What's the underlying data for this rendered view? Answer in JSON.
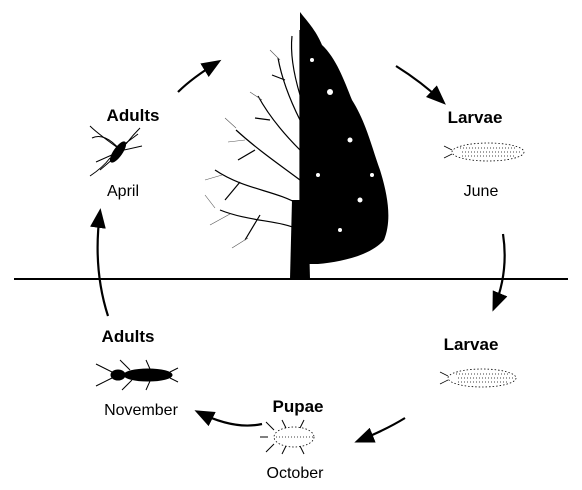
{
  "stages": [
    {
      "id": "adults-april",
      "name": "Adults",
      "month": "April",
      "icon": "adult-fly-icon"
    },
    {
      "id": "larvae-june",
      "name": "Larvae",
      "month": "June",
      "icon": "larva-icon"
    },
    {
      "id": "larvae-fall",
      "name": "Larvae",
      "month": "",
      "icon": "larva-icon"
    },
    {
      "id": "pupae-october",
      "name": "Pupae",
      "month": "October",
      "icon": "pupa-icon"
    },
    {
      "id": "adults-november",
      "name": "Adults",
      "month": "November",
      "icon": "adult-beetle-icon"
    }
  ],
  "colors": {
    "ink": "#000000",
    "paper": "#ffffff"
  }
}
